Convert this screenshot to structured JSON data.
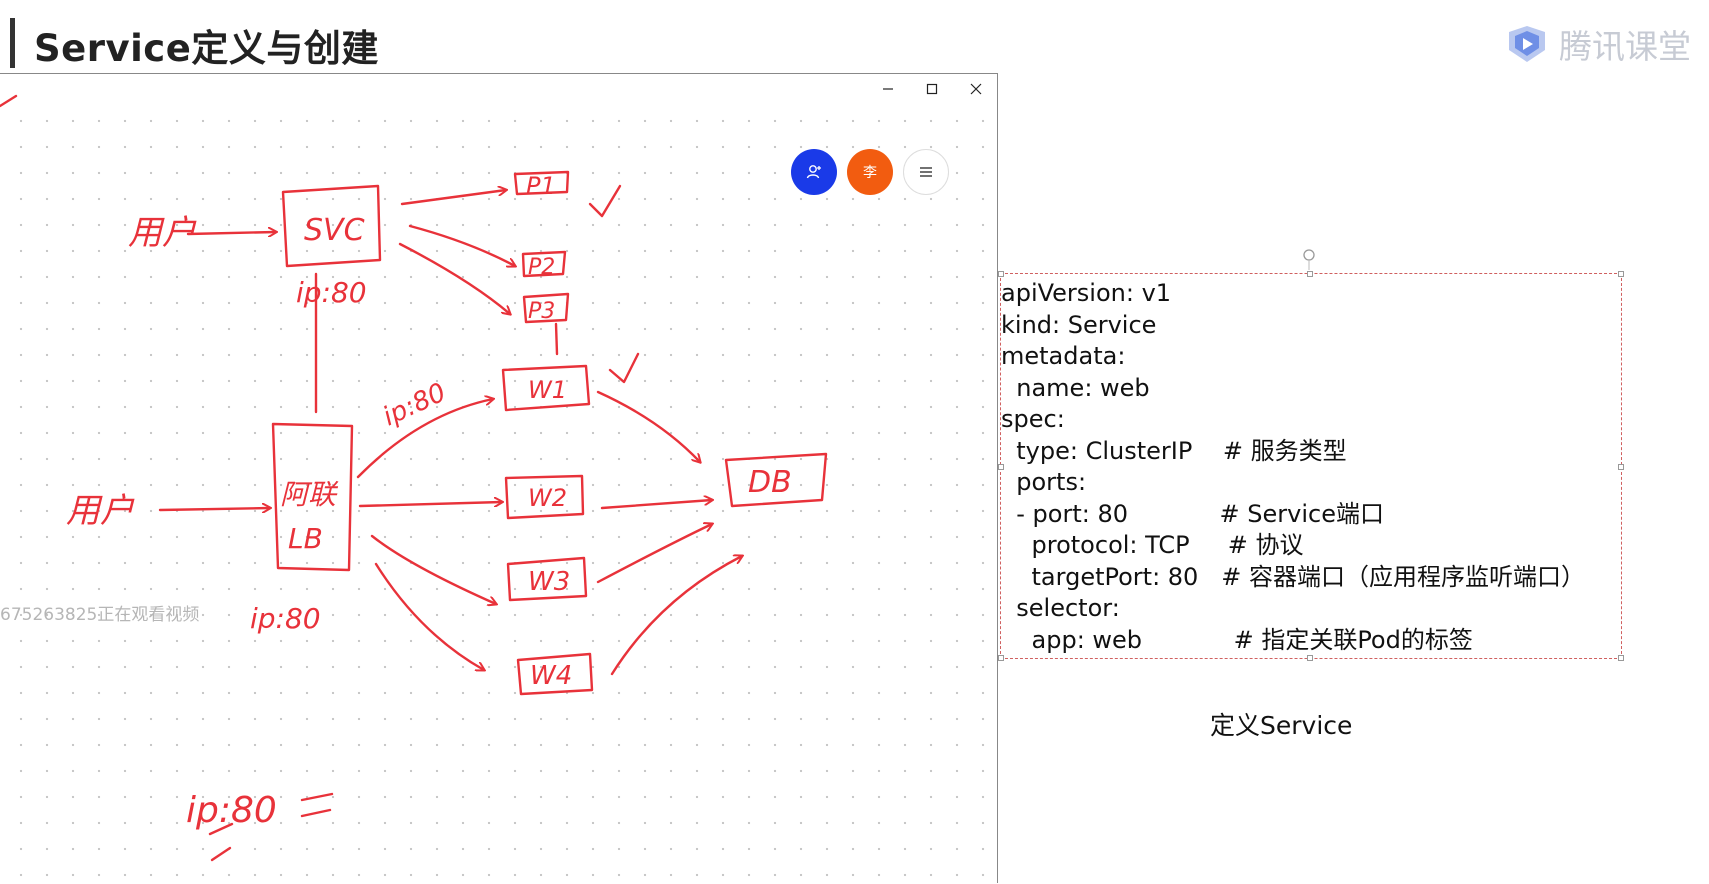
{
  "slide": {
    "title": "Service定义与创建",
    "brand": "腾讯课堂"
  },
  "whiteboard": {
    "window_controls": [
      "minimize",
      "maximize",
      "close"
    ],
    "participant_avatar_label": "李",
    "watermark": "675263825正在观看视频",
    "colors": {
      "ink": "#e8323a",
      "add_user_button": "#1a3ae8",
      "avatar": "#f25c10"
    },
    "handwriting": {
      "svc": "SVC",
      "ip_svc": "ip:80",
      "pods": [
        "P1",
        "P2",
        "P3"
      ],
      "user_top": "用户",
      "user_bottom": "用户",
      "lb": [
        "阿联",
        "LB"
      ],
      "ip_lb_top": "ip:80",
      "ip_lb_bottom": "ip:80",
      "workers": [
        "W1",
        "W2",
        "W3",
        "W4"
      ],
      "db": "DB",
      "ip_bottom": "ip:80"
    }
  },
  "yaml": {
    "lines": [
      "apiVersion: v1",
      "kind: Service",
      "metadata:",
      "  name: web",
      "spec:",
      "  type: ClusterIP    # 服务类型",
      "  ports:",
      "  - port: 80            # Service端口",
      "    protocol: TCP     # 协议",
      "    targetPort: 80   # 容器端口（应用程序监听端口）",
      "  selector:",
      "    app: web            # 指定关联Pod的标签"
    ]
  },
  "caption": "定义Service"
}
